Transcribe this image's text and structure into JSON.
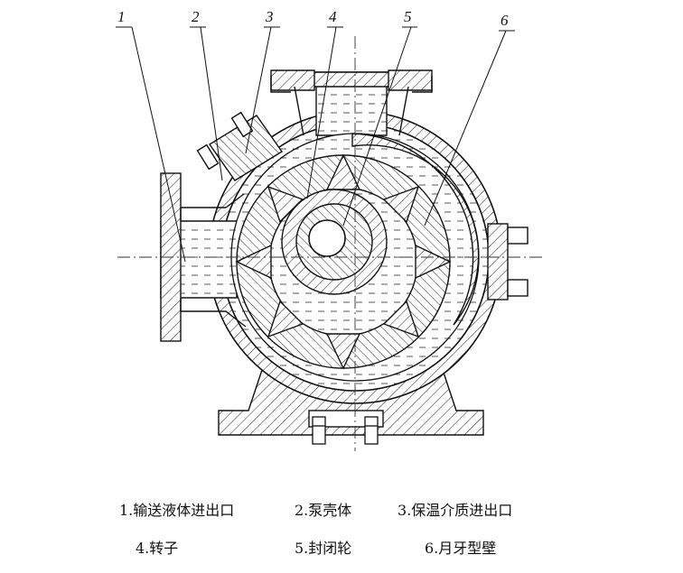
{
  "callouts": [
    "1",
    "2",
    "3",
    "4",
    "5",
    "6"
  ],
  "legend": {
    "row1": [
      "1.输送液体进出口",
      "2.泵壳体",
      "3.保温介质进出口"
    ],
    "row2": [
      "4.转子",
      "5.封闭轮",
      "6.月牙型壁"
    ]
  }
}
